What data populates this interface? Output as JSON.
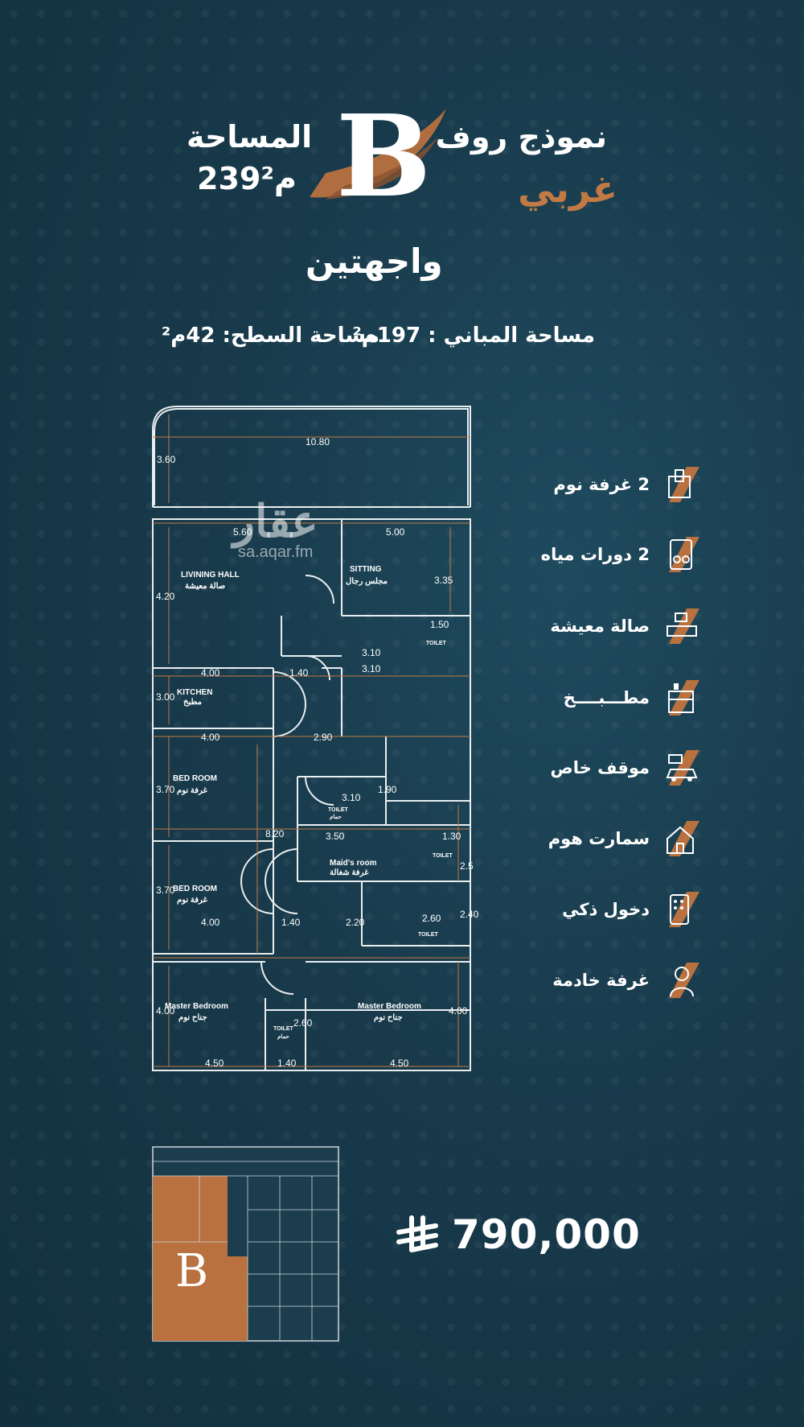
{
  "header": {
    "model_line1": "نموذج روف",
    "model_line2": "غربي",
    "model_letter": "B",
    "area_label": "المساحة",
    "area_value": "239م²",
    "facades": "واجهتين"
  },
  "areas_line": {
    "building_label": "مساحة المباني :",
    "building_value": "197م²",
    "roof_label": "مساحة السطح:",
    "roof_value": "42م²"
  },
  "watermark": {
    "brand": "عقار",
    "url": "sa.aqar.fm"
  },
  "floor_plan": {
    "rooms": {
      "living_en": "LIVINING HALL",
      "living_ar": "صالة معيشة",
      "sitting_en": "SITTING",
      "sitting_ar": "مجلس رجال",
      "kitchen_en": "KITCHEN",
      "kitchen_ar": "مطبخ",
      "bed_en": "BED ROOM",
      "bed_ar": "غرفة نوم",
      "maid_en": "Maid's room",
      "maid_ar": "غرفة شغالة",
      "master_en": "Master Bedroom",
      "master_ar": "جناح نوم",
      "toilet_en": "TOILET",
      "toilet_ar": "حمام"
    },
    "dims": {
      "d1080": "10.80",
      "d360": "3.60",
      "d560": "5.60",
      "d500": "5.00",
      "d420": "4.20",
      "d335": "3.35",
      "d150": "1.50",
      "d310": "3.10",
      "d310b": "3.10",
      "d300": "3.00",
      "d400": "4.00",
      "d140": "1.40",
      "d290": "2.90",
      "d370": "3.70",
      "d820": "8.20",
      "d190": "1.90",
      "d310c": "3.10",
      "d350": "3.50",
      "d130": "1.30",
      "d250": "2.5",
      "d400b": "4.00",
      "d370b": "3.70",
      "d140b": "1.40",
      "d220": "2.20",
      "d260": "2.60",
      "d240": "2.40",
      "d400c": "4.00",
      "d260b": "2.60",
      "d400d": "4.00",
      "d450": "4.50",
      "d140c": "1.40",
      "d450b": "4.50"
    }
  },
  "features": [
    {
      "label": "2 غرفة نوم",
      "icon": "bedroom-icon"
    },
    {
      "label": "2 دورات مياه",
      "icon": "wc-icon"
    },
    {
      "label": "صالة معيشة",
      "icon": "sofa-icon"
    },
    {
      "label": "مطـــبــــخ",
      "icon": "kitchen-icon"
    },
    {
      "label": "موقف خاص",
      "icon": "parking-icon"
    },
    {
      "label": "سمارت هوم",
      "icon": "smart-home-icon"
    },
    {
      "label": "دخول ذكي",
      "icon": "smart-lock-icon"
    },
    {
      "label": "غرفة خادمة",
      "icon": "maid-icon"
    }
  ],
  "keyplan": {
    "letter": "B"
  },
  "price": {
    "value": "790,000",
    "currency_icon": "riyal-icon"
  },
  "colors": {
    "accent": "#c27a45",
    "background": "#183a4b",
    "plan_line": "#e9eef0",
    "dimension_line": "#c27a45"
  }
}
